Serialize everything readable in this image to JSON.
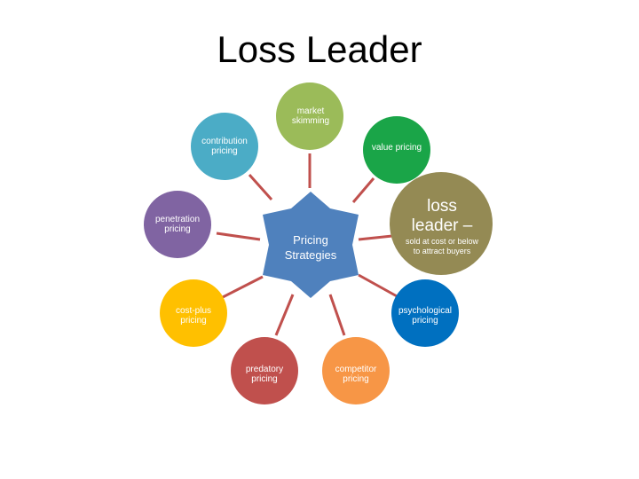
{
  "title": "Loss Leader",
  "center": {
    "label_line1": "Pricing",
    "label_line2": "Strategies",
    "color": "#4f81bd"
  },
  "nodes": [
    {
      "id": "market-skimming",
      "line1": "market",
      "line2": "skimming",
      "color": "#9bbb59"
    },
    {
      "id": "value-pricing",
      "line1": "value pricing",
      "line2": "",
      "color": "#1aa548"
    },
    {
      "id": "loss-leader",
      "line1": "loss",
      "line2": "leader –",
      "sub1": "sold at cost or below",
      "sub2": "to attract buyers",
      "color": "#948a54"
    },
    {
      "id": "psychological-pricing",
      "line1": "psychological",
      "line2": "pricing",
      "color": "#0070c0"
    },
    {
      "id": "competitor-pricing",
      "line1": "competitor",
      "line2": "pricing",
      "color": "#f79646"
    },
    {
      "id": "predatory-pricing",
      "line1": "predatory",
      "line2": "pricing",
      "color": "#c0504d"
    },
    {
      "id": "cost-plus-pricing",
      "line1": "cost-plus",
      "line2": "pricing",
      "color": "#ffc000"
    },
    {
      "id": "penetration-pricing",
      "line1": "penetration",
      "line2": "pricing",
      "color": "#8064a2"
    },
    {
      "id": "contribution-pricing",
      "line1": "contribution",
      "line2": "pricing",
      "color": "#4bacc6"
    }
  ],
  "connector_color": "#c0504d"
}
